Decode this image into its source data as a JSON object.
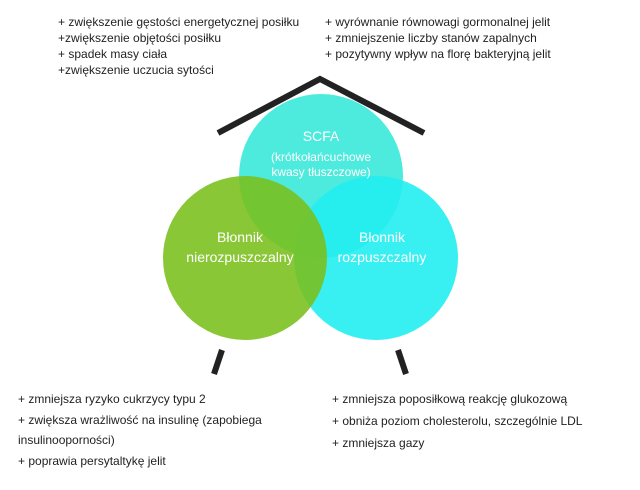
{
  "top_left": [
    "+ zwiększenie gęstości energetycznej posiłku",
    "+zwiększenie objętości posiłku",
    "+ spadek masy ciała",
    "+zwiększenie uczucia sytości"
  ],
  "top_right": [
    "+ wyrównanie równowagi gormonalnej jelit",
    "+ zmniejszenie liczby stanów zapalnych",
    "+ pozytywny wpływ na florę bakteryjną jelit"
  ],
  "circles": {
    "top": {
      "title": "SCFA",
      "subtitle_line1": "(krótkołańcuchowe",
      "subtitle_line2": "kwasy tłuszczowe)",
      "color": "#2ee8d8"
    },
    "left": {
      "line1": "Błonnik",
      "line2": "nierozpuszczalny",
      "color": "#7abf1a"
    },
    "right": {
      "line1": "Błonnik",
      "line2": "rozpuszczalny",
      "color": "#22eef0"
    }
  },
  "bottom_left": [
    "+ zmniejsza ryzyko cukrzycy typu 2",
    "+ zwiększa wrażliwość na insulinę (zapobiega insulinooporności)",
    "+ poprawia persytaltykę jelit"
  ],
  "bottom_right": [
    "+ zmniejsza poposiłkową reakcję glukozową",
    "+ obniża poziom cholesterolu, szczególnie LDL",
    "+ zmniejsza gazy"
  ]
}
